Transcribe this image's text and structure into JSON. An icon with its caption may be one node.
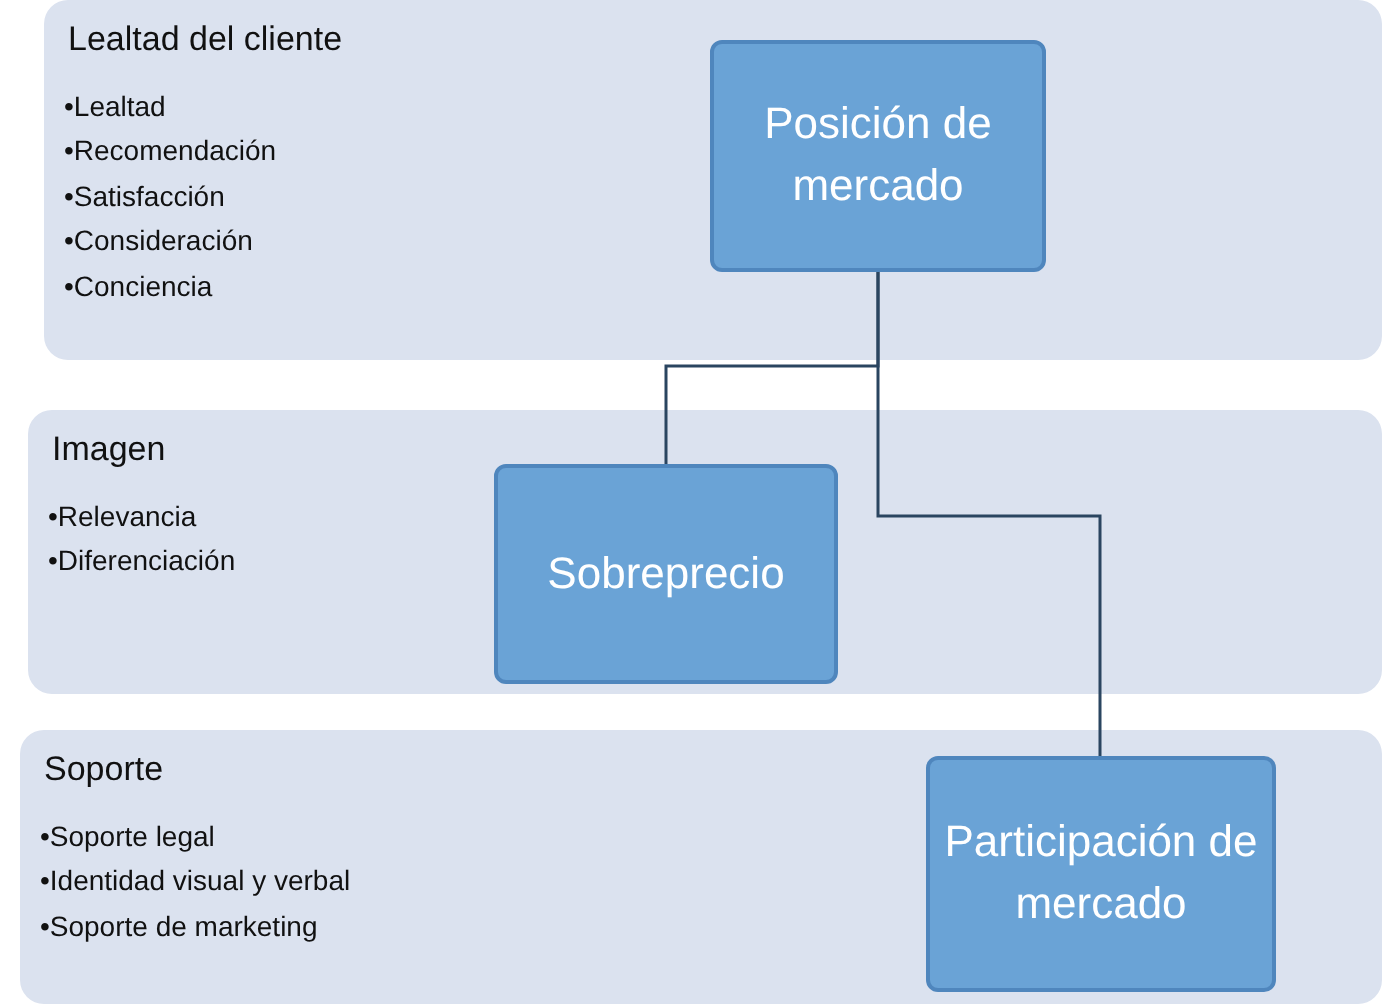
{
  "diagram": {
    "nodes": [
      {
        "text": [
          "Lealtad del cliente",
          "•Lealtad",
          "•Recomendación",
          "•Satisfacción",
          "•Consideración",
          "•Conciencia"
        ]
      },
      {
        "text": [
          "Posición de mercado"
        ],
        "in": 0
      },
      {
        "text": [
          "Imagen",
          "•Relevancia",
          "•Diferenciación"
        ]
      },
      {
        "text": [
          "Sobreprecio"
        ],
        "in": 2
      },
      {
        "text": [
          "Soporte",
          "•Soporte legal",
          "•Identidad visual y verbal",
          "•Soporte de marketing"
        ]
      },
      {
        "text": [
          "Participación de mercado"
        ],
        "in": 4
      }
    ],
    "edges": [
      {
        "from": 1,
        "to": 3,
        "arrow": "none"
      },
      {
        "from": 1,
        "to": 5,
        "arrow": "none"
      }
    ]
  }
}
